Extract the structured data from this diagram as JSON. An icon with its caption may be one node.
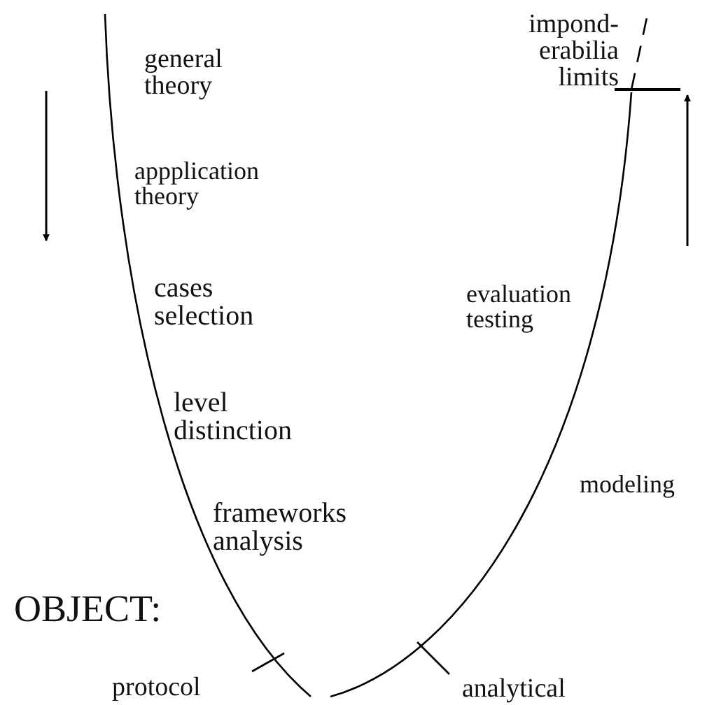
{
  "diagram": {
    "labels": [
      "general theory",
      "impond- erabilia limits",
      "appplication theory",
      "evaluation testing",
      "cases selection",
      "level distinction",
      "modeling",
      "frameworks analysis",
      "OBJECT:",
      "protocol",
      "analytical"
    ]
  }
}
